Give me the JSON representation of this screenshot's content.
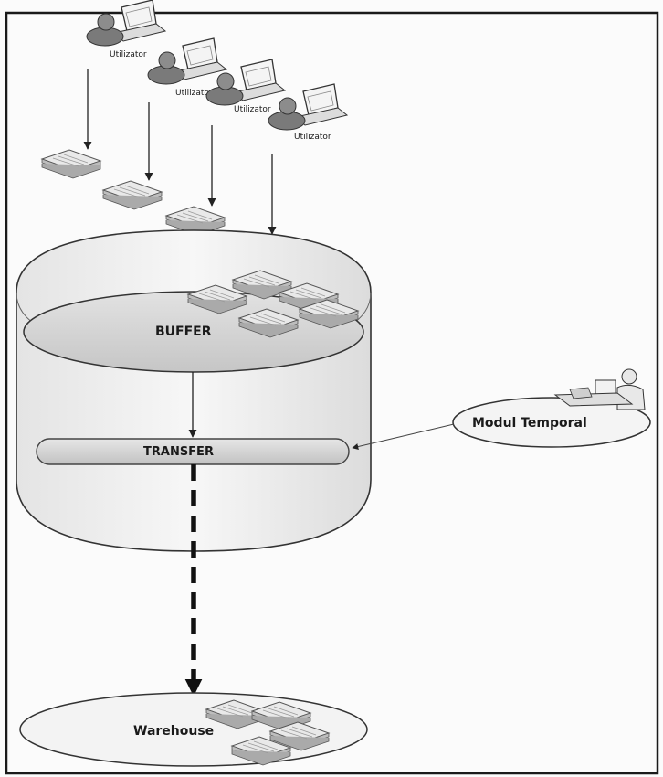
{
  "users": [
    {
      "label": "Utilizator"
    },
    {
      "label": "Utilizator"
    },
    {
      "label": "Utilizator"
    },
    {
      "label": "Utilizator"
    }
  ],
  "buffer": {
    "label": "BUFFER"
  },
  "transfer": {
    "label": "TRANSFER"
  },
  "temporal_module": {
    "label": "Modul Temporal"
  },
  "warehouse": {
    "label": "Warehouse"
  },
  "colors": {
    "frame": "#1a1a1a",
    "cylinder_fill": "#f1f1f1",
    "inner_fill": "#d4d4d4",
    "arrow": "#222222"
  }
}
